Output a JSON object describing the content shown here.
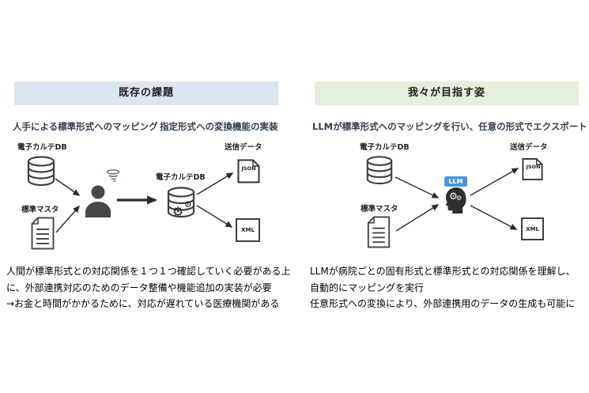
{
  "left_panel": {
    "header": "既存の課題",
    "subheading_left": "人手による標準形式へのマッピング",
    "subheading_right": "指定形式への変換機能の実装",
    "db1_label": "電子カルテDB",
    "master_label": "標準マスタ",
    "db2_label": "電子カルテDB",
    "send_label": "送信データ",
    "json_label": "JSON",
    "xml_label": "XML",
    "description_lines": [
      "人間が標準形式との対応関係を１つ１つ確認していく必要がある上",
      "に、外部連携対応のためのデータ整備や機能追加の実装が必要",
      "→お金と時間がかかるために、対応が遅れている医療機関がある"
    ]
  },
  "right_panel": {
    "header": "我々が目指す姿",
    "subheading": "LLMが標準形式へのマッピングを行い、任意の形式でエクスポート",
    "db_label": "電子カルテDB",
    "master_label": "標準マスタ",
    "llm_badge": "LLM",
    "send_label": "送信データ",
    "json_label": "JSON",
    "xml_label": "XML",
    "description_lines": [
      "LLMが病院ごとの固有形式と標準形式との対応関係を理解し、",
      "自動的にマッピングを実行",
      "任意形式への変換により、外部連携用のデータの生成も可能に"
    ]
  },
  "icons": {
    "database-icon": "cylinder",
    "document-icon": "lined page with folded corner",
    "person-icon": "dark person silhouette",
    "whirlwind-icon": "small tornado swirl (struggle)",
    "gear-icon": "⚙",
    "ai-head-icon": "dark head silhouette with white gears",
    "json-file-icon": "page with folded corner labeled JSON",
    "xml-file-icon": "square labeled XML"
  },
  "colors": {
    "left_header_bg": "#dbe4f1",
    "right_header_bg": "#e3eedb",
    "subheading_text": "#333f50",
    "llm_badge_bg": "#4a96d2",
    "diagram_stroke": "#3f3f3f",
    "background": "#ffffff"
  }
}
